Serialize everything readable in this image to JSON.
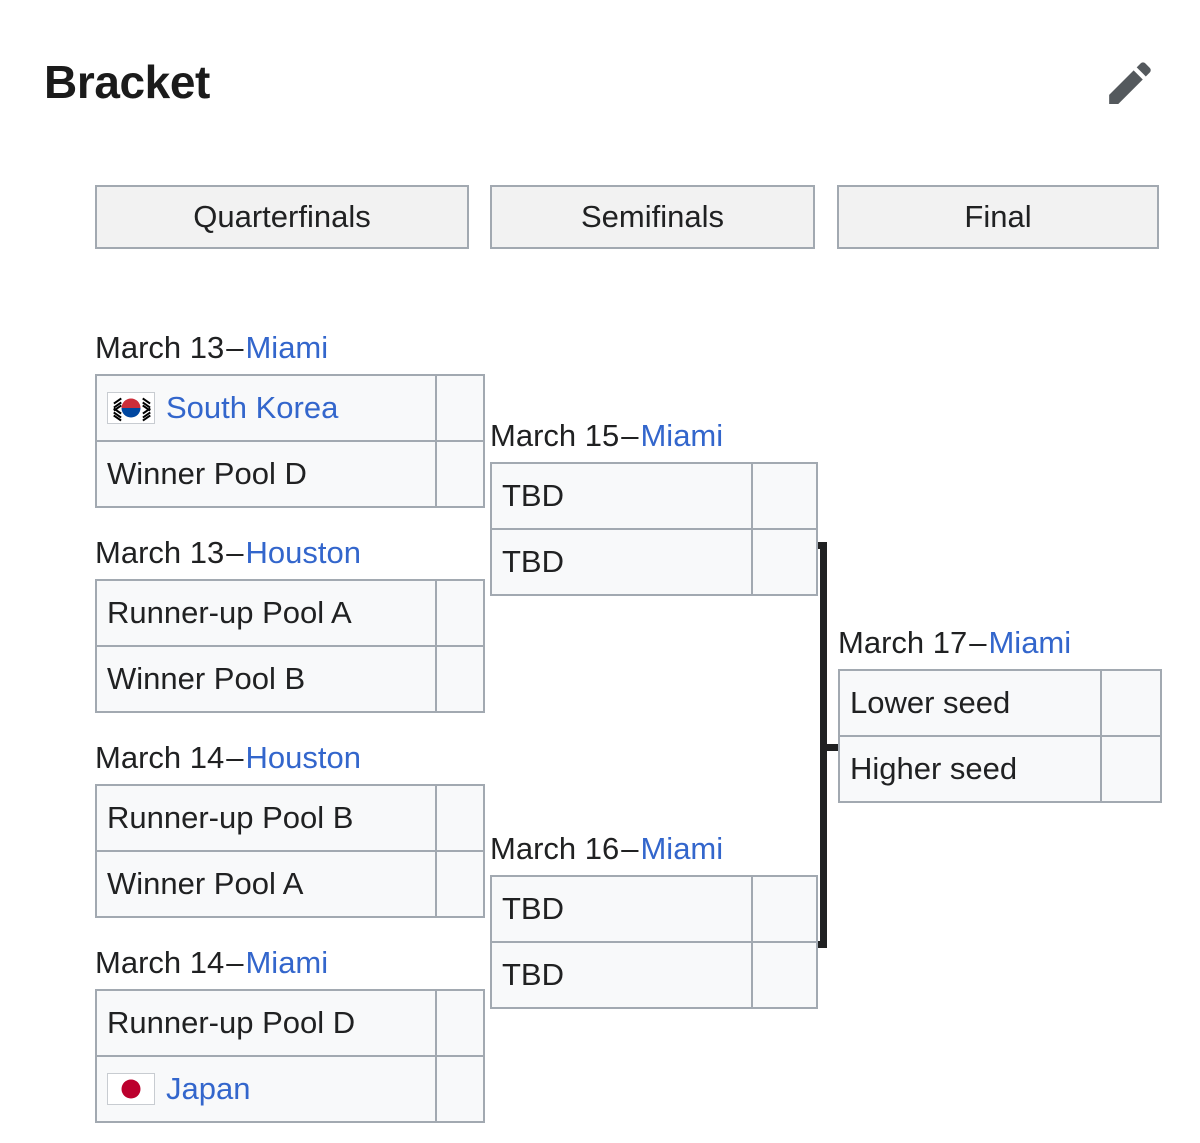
{
  "page": {
    "title": "Bracket",
    "edit_icon": "pencil-edit-icon",
    "link_color": "#3366cc",
    "cell_bg": "#f8f9fa",
    "header_bg": "#f2f2f2",
    "border_color": "#a2a9b1",
    "connector_color": "#202122"
  },
  "rounds": [
    {
      "label": "Quarterfinals"
    },
    {
      "label": "Semifinals"
    },
    {
      "label": "Final"
    }
  ],
  "separator": "–",
  "matches": {
    "qf1": {
      "date": "March 13",
      "venue": "Miami",
      "teams": [
        {
          "name": "South Korea",
          "flag": "south-korea-flag",
          "linked": true,
          "score": ""
        },
        {
          "name": "Winner Pool D",
          "flag": null,
          "linked": false,
          "score": ""
        }
      ]
    },
    "qf2": {
      "date": "March 13",
      "venue": "Houston",
      "teams": [
        {
          "name": "Runner-up Pool A",
          "flag": null,
          "linked": false,
          "score": ""
        },
        {
          "name": "Winner Pool B",
          "flag": null,
          "linked": false,
          "score": ""
        }
      ]
    },
    "qf3": {
      "date": "March 14",
      "venue": "Houston",
      "teams": [
        {
          "name": "Runner-up Pool B",
          "flag": null,
          "linked": false,
          "score": ""
        },
        {
          "name": "Winner Pool A",
          "flag": null,
          "linked": false,
          "score": ""
        }
      ]
    },
    "qf4": {
      "date": "March 14",
      "venue": "Miami",
      "teams": [
        {
          "name": "Runner-up Pool D",
          "flag": null,
          "linked": false,
          "score": ""
        },
        {
          "name": "Japan",
          "flag": "japan-flag",
          "linked": true,
          "score": ""
        }
      ]
    },
    "sf1": {
      "date": "March 15",
      "venue": "Miami",
      "teams": [
        {
          "name": "TBD",
          "flag": null,
          "linked": false,
          "score": ""
        },
        {
          "name": "TBD",
          "flag": null,
          "linked": false,
          "score": ""
        }
      ]
    },
    "sf2": {
      "date": "March 16",
      "venue": "Miami",
      "teams": [
        {
          "name": "TBD",
          "flag": null,
          "linked": false,
          "score": ""
        },
        {
          "name": "TBD",
          "flag": null,
          "linked": false,
          "score": ""
        }
      ]
    },
    "final": {
      "date": "March 17",
      "venue": "Miami",
      "teams": [
        {
          "name": "Lower seed",
          "flag": null,
          "linked": false,
          "score": ""
        },
        {
          "name": "Higher seed",
          "flag": null,
          "linked": false,
          "score": ""
        }
      ]
    }
  }
}
